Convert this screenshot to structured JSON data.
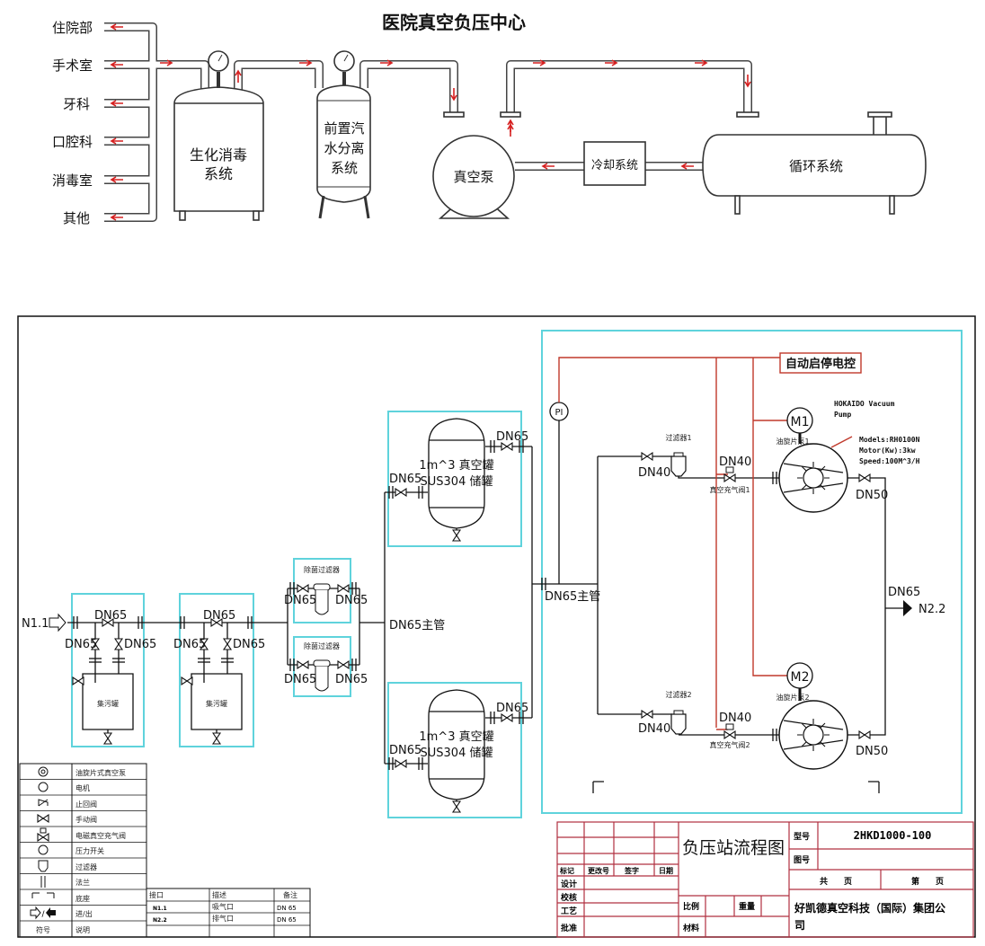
{
  "top": {
    "title": "医院真空负压中心",
    "departments": [
      "住院部",
      "手术室",
      "牙科",
      "口腔科",
      "消毒室",
      "其他"
    ],
    "biochem": [
      "生化消毒",
      "系统"
    ],
    "separator": [
      "前置汽",
      "水分离",
      "系统"
    ],
    "pump": "真空泵",
    "cooling": "冷却系统",
    "circulation": "循环系统"
  },
  "flow": {
    "inlet": "N1.1",
    "outlet": "N2.2",
    "dn65": "DN65",
    "dn40": "DN40",
    "dn50": "DN50",
    "main_pipe": "DN65主管",
    "sewage_tank": "集污罐",
    "sterile_filter": "除菌过滤器",
    "tank_line1": "1m^3 真空罐",
    "tank_line2": "SUS304 储罐",
    "pressure_switch": "PI",
    "control": "自动启停电控",
    "filter1": "过滤器1",
    "filter2": "过滤器2",
    "valve1": "真空充气阀1",
    "valve2": "真空充气阀2",
    "pump1": "油旋片泵1",
    "pump2": "油旋片泵2",
    "motor1": "M1",
    "motor2": "M2",
    "pump_info": [
      "HOKAIDO Vacuum",
      "Pump",
      "Models:RH0100N",
      "Motor(Kw):3kw",
      "Speed:100M^3/H"
    ]
  },
  "legend": {
    "items": [
      "油旋片式真空泵",
      "电机",
      "止回阀",
      "手动阀",
      "电磁真空充气阀",
      "压力开关",
      "过滤器",
      "法兰",
      "底座",
      "进/出"
    ],
    "footer_symbol": "符号",
    "footer_desc": "说明"
  },
  "interfaces": {
    "headers": [
      "接口",
      "描述",
      "备注"
    ],
    "rows": [
      [
        "N1.1",
        "吸气口",
        "DN 65"
      ],
      [
        "N2.2",
        "排气口",
        "DN 65"
      ]
    ]
  },
  "title_block": {
    "drawing_title": "负压站流程图",
    "headers": [
      "标记",
      "更改号",
      "签字",
      "日期"
    ],
    "roles": [
      "设计",
      "校核",
      "工艺",
      "批准"
    ],
    "scale": "比例",
    "weight": "重量",
    "material": "材料",
    "model_label": "型号",
    "model": "2HKD1000-100",
    "drawing_no_label": "图号",
    "total_pages": "共　　页",
    "page_no": "第　　页",
    "company": [
      "好凯德真空科技（国际）集团公",
      "司"
    ]
  },
  "colors": {
    "box": "#5fd3dc",
    "control_line": "#c0392b",
    "flow_arrow": "#d62020"
  }
}
